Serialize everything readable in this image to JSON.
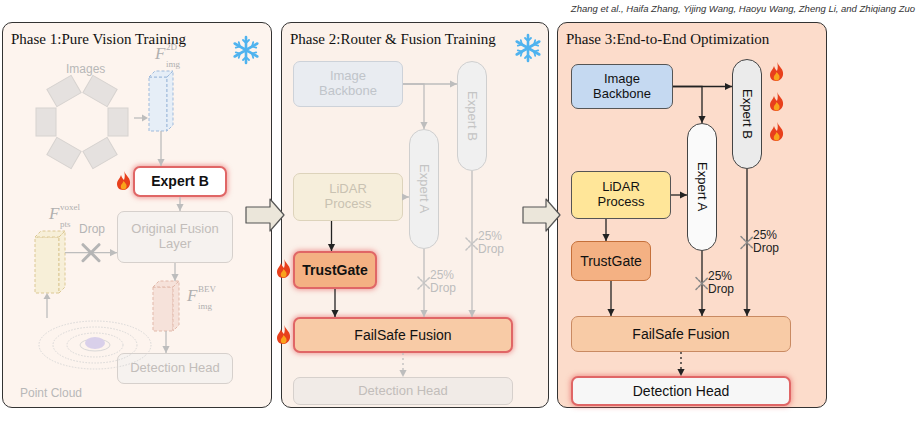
{
  "diagram": {
    "nodes": [
      {
        "text": [
          "Phase 1:Pure Vision Training"
        ]
      },
      {
        "text": [
          "F",
          "img",
          "2D"
        ],
        "in": 0
      },
      {
        "text": [
          "Expert B"
        ],
        "in": 0
      },
      {
        "text": [
          "F",
          "pts",
          "voxel"
        ],
        "in": 0
      },
      {
        "text": [
          "Original Fusion Layer"
        ],
        "in": 0
      },
      {
        "text": [
          "F",
          "img",
          "BEV"
        ],
        "in": 0
      },
      {
        "text": [
          "Detection Head"
        ],
        "in": 0
      },
      {
        "text": [
          "Phase 2:Router & Fusion Training"
        ]
      },
      {
        "text": [
          "Image Backbone"
        ],
        "in": 7
      },
      {
        "text": [
          "Expert B"
        ],
        "in": 7
      },
      {
        "text": [
          "LiDAR Process"
        ],
        "in": 7
      },
      {
        "text": [
          "Expert A"
        ],
        "in": 7
      },
      {
        "text": [
          "TrustGate"
        ],
        "in": 7
      },
      {
        "text": [
          "FailSafe Fusion"
        ],
        "in": 7
      },
      {
        "text": [
          "Detection Head"
        ],
        "in": 7
      },
      {
        "text": [
          "Phase 3:End-to-End Optimization"
        ]
      },
      {
        "text": [
          "Image Backbone"
        ],
        "in": 15
      },
      {
        "text": [
          "Expert B"
        ],
        "in": 15
      },
      {
        "text": [
          "LiDAR Process"
        ],
        "in": 15
      },
      {
        "text": [
          "Expert A"
        ],
        "in": 15
      },
      {
        "text": [
          "TrustGate"
        ],
        "in": 15
      },
      {
        "text": [
          "FailSafe Fusion"
        ],
        "in": 15
      },
      {
        "text": [
          "Detection Head"
        ],
        "in": 15
      }
    ],
    "edges": [
      {
        "from": 0,
        "to": 7,
        "arrow": "to"
      },
      {
        "from": 7,
        "to": 15,
        "arrow": "to"
      },
      {
        "from": 1,
        "to": 2,
        "arrow": "to"
      },
      {
        "from": 2,
        "to": 4,
        "arrow": "to"
      },
      {
        "from": 3,
        "to": 4,
        "label": "Drop",
        "arrow": "to"
      },
      {
        "from": 4,
        "to": 5,
        "arrow": "to"
      },
      {
        "from": 5,
        "to": 6,
        "arrow": "to"
      },
      {
        "from": 8,
        "to": 9,
        "arrow": "to"
      },
      {
        "from": 8,
        "to": 11,
        "arrow": "to"
      },
      {
        "from": 10,
        "to": 11,
        "arrow": "to"
      },
      {
        "from": 10,
        "to": 12,
        "arrow": "to"
      },
      {
        "from": 12,
        "to": 13,
        "arrow": "to"
      },
      {
        "from": 11,
        "to": 13,
        "label": "25% Drop",
        "arrow": "to"
      },
      {
        "from": 9,
        "to": 13,
        "label": "25% Drop",
        "arrow": "to"
      },
      {
        "from": 13,
        "to": 14,
        "arrow": "to"
      },
      {
        "from": 16,
        "to": 17,
        "arrow": "to"
      },
      {
        "from": 16,
        "to": 19,
        "arrow": "to"
      },
      {
        "from": 18,
        "to": 19,
        "arrow": "to"
      },
      {
        "from": 18,
        "to": 20,
        "arrow": "to"
      },
      {
        "from": 20,
        "to": 21,
        "arrow": "to"
      },
      {
        "from": 19,
        "to": 21,
        "label": "25% Drop",
        "arrow": "to"
      },
      {
        "from": 17,
        "to": 21,
        "label": "25% Drop",
        "arrow": "to"
      },
      {
        "from": 21,
        "to": 22,
        "arrow": "to"
      }
    ],
    "labels": [
      "Zhang et al., Haifa Zhang, Yijing Wang, Haoyu Wang, Zheng Li, and Zhiqiang Zuo",
      "Images",
      "Point Cloud"
    ]
  }
}
